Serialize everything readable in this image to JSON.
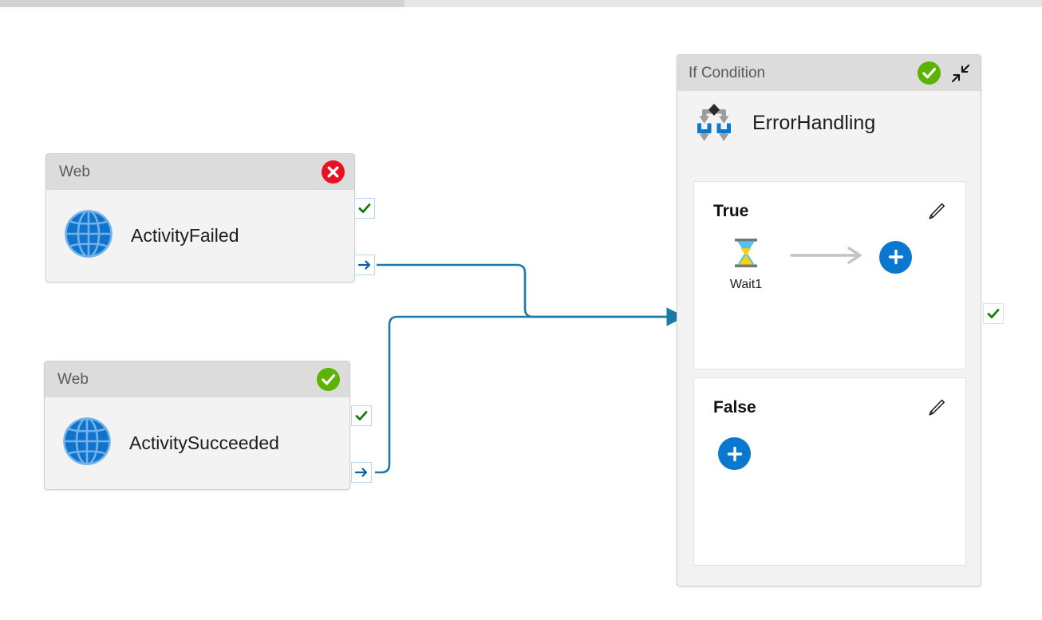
{
  "scrollbar": {
    "name": "horizontal-scrollbar"
  },
  "activities": [
    {
      "type_label": "Web",
      "name": "ActivityFailed",
      "status": "error",
      "status_icon": "error-circle-icon",
      "activity_icon": "web-globe-icon",
      "handles": {
        "success": "check-handle",
        "next": "arrow-handle"
      }
    },
    {
      "type_label": "Web",
      "name": "ActivitySucceeded",
      "status": "succeeded",
      "status_icon": "success-circle-icon",
      "activity_icon": "web-globe-icon",
      "handles": {
        "success": "check-handle",
        "next": "arrow-handle"
      }
    }
  ],
  "if_condition": {
    "type_label": "If Condition",
    "name": "ErrorHandling",
    "status": "succeeded",
    "status_icon": "success-circle-icon",
    "collapse_icon": "collapse-diagonal-icon",
    "activity_icon": "if-condition-branch-icon",
    "output_handle_icon": "check-handle",
    "branches": [
      {
        "label": "True",
        "edit_icon": "pencil-icon",
        "add_icon": "plus-icon",
        "activities": [
          {
            "name": "Wait1",
            "icon": "hourglass-icon"
          }
        ],
        "flow_arrow": "arrow-right-icon"
      },
      {
        "label": "False",
        "edit_icon": "pencil-icon",
        "add_icon": "plus-icon",
        "activities": [],
        "flow_arrow": null
      }
    ]
  },
  "colors": {
    "error_red": "#e81123",
    "success_green": "#5cb300",
    "accent_blue": "#0b78d0",
    "connector_blue": "#1c7ba6",
    "header_gray": "#dcdcdc",
    "card_gray": "#f3f3f3"
  }
}
